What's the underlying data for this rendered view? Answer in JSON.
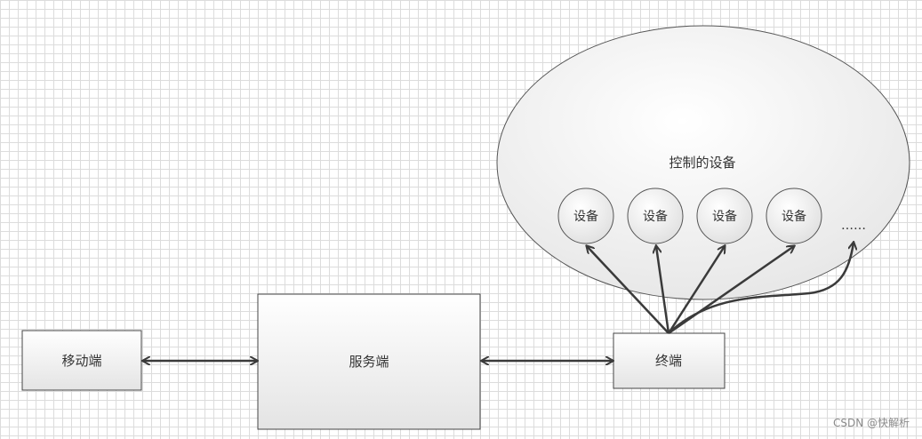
{
  "nodes": {
    "mobile": {
      "label": "移动端"
    },
    "server": {
      "label": "服务端"
    },
    "terminal": {
      "label": "终端"
    }
  },
  "device_group": {
    "title": "控制的设备",
    "devices": [
      {
        "label": "设备"
      },
      {
        "label": "设备"
      },
      {
        "label": "设备"
      },
      {
        "label": "设备"
      }
    ],
    "more": "……"
  },
  "watermark": "CSDN @快解析",
  "colors": {
    "stroke": "#444444",
    "arrow": "#3a3a3a",
    "fill_start": "#ffffff",
    "fill_end": "#e6e6e6"
  }
}
